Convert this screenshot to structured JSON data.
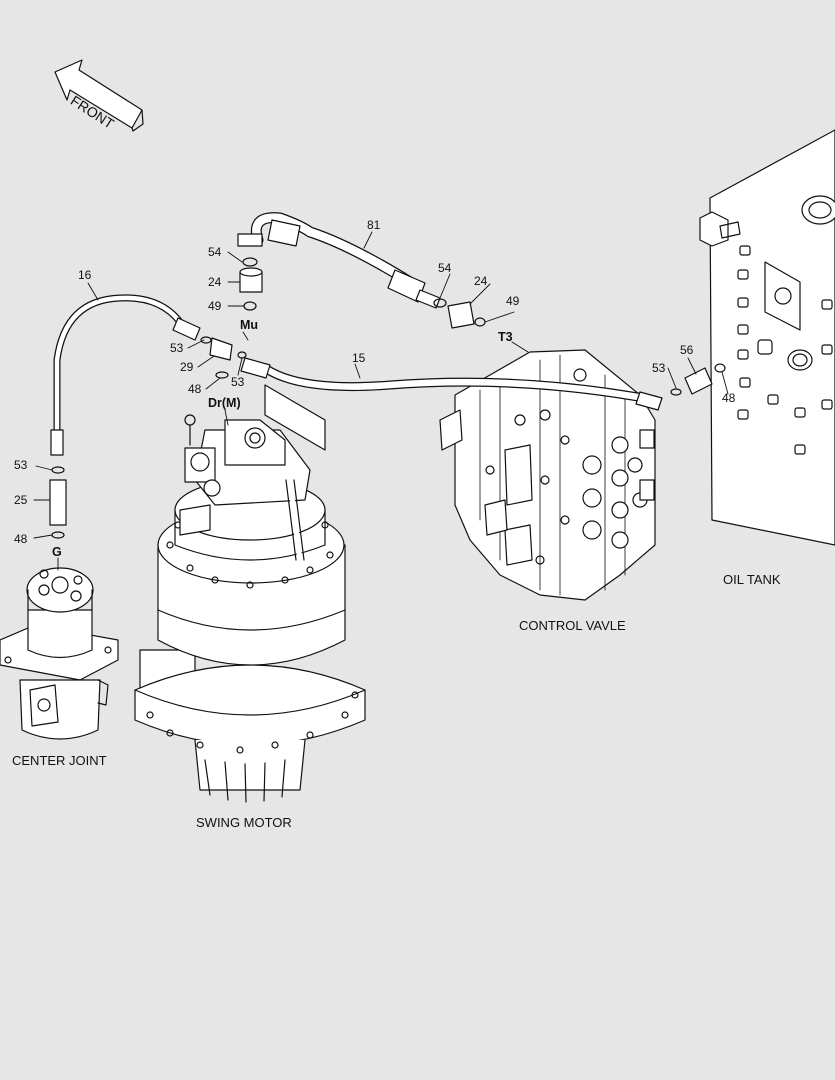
{
  "front_label": "FRONT",
  "part_numbers": {
    "n81": "81",
    "n16": "16",
    "n54a": "54",
    "n24a": "24",
    "n49a": "49",
    "n54b": "54",
    "n24b": "24",
    "n49b": "49",
    "n53a": "53",
    "n29": "29",
    "n48a": "48",
    "n53b": "53",
    "n15": "15",
    "n53c": "53",
    "n56": "56",
    "n48b": "48",
    "n53d": "53",
    "n25": "25",
    "n48c": "48"
  },
  "ports": {
    "mu": "Mu",
    "drm": "Dr(M)",
    "t3": "T3",
    "g": "G"
  },
  "components": {
    "center_joint": "CENTER JOINT",
    "swing_motor": "SWING MOTOR",
    "control_valve": "CONTROL VAVLE",
    "oil_tank": "OIL TANK"
  },
  "colors": {
    "background": "#e6e6e6",
    "line": "#111111",
    "fill": "#ffffff"
  }
}
